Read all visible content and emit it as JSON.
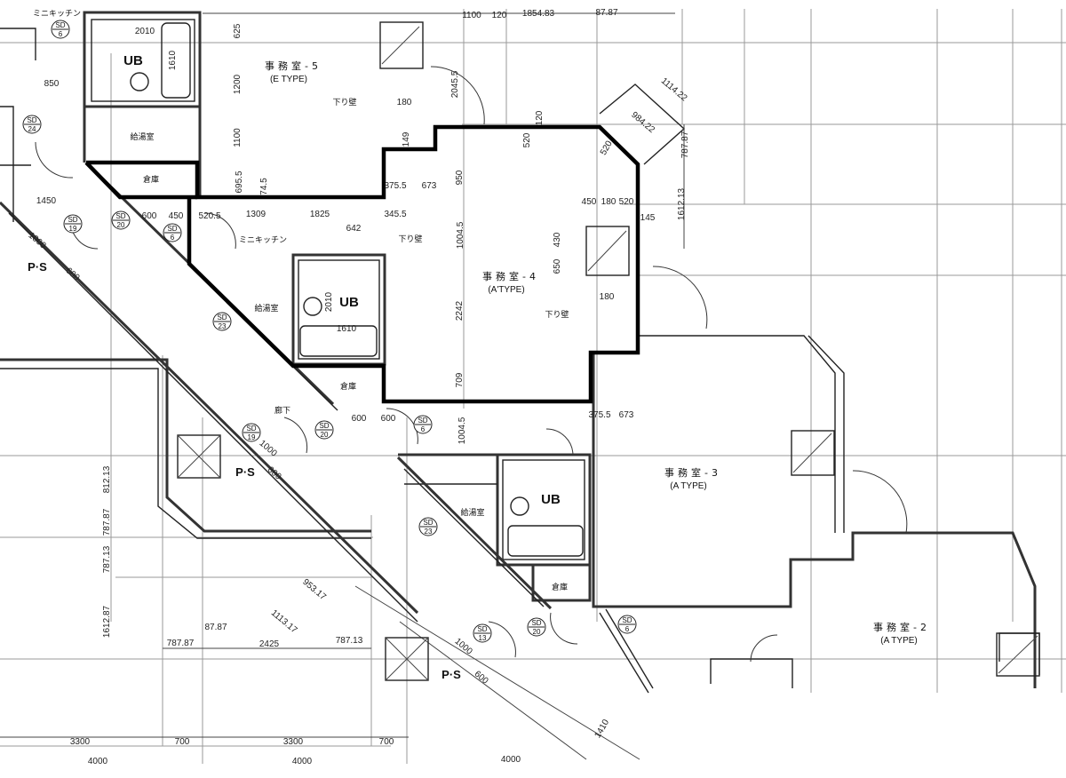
{
  "rooms": {
    "office5": {
      "name": "事務室-5",
      "type": "(E TYPE)"
    },
    "office4": {
      "name": "事務室-4",
      "type": "(A'TYPE)"
    },
    "office3": {
      "name": "事務室-3",
      "type": "(A TYPE)"
    },
    "office2": {
      "name": "事務室-2",
      "type": "(A TYPE)"
    }
  },
  "labels": {
    "ub": "UB",
    "kitchenette_room": "給湯室",
    "storage": "倉庫",
    "corridor": "廊下",
    "ps": "P·S",
    "mini_kitchen": "ミニキッチン",
    "drop_wall": "下り壁"
  },
  "sd_tags": [
    {
      "top": "SD",
      "bottom": "6"
    },
    {
      "top": "SD",
      "bottom": "24"
    },
    {
      "top": "SD",
      "bottom": "19"
    },
    {
      "top": "SD",
      "bottom": "20"
    },
    {
      "top": "SD",
      "bottom": "6"
    },
    {
      "top": "SD",
      "bottom": "23"
    },
    {
      "top": "SD",
      "bottom": "19"
    },
    {
      "top": "SD",
      "bottom": "20"
    },
    {
      "top": "SD",
      "bottom": "6"
    },
    {
      "top": "SD",
      "bottom": "23"
    },
    {
      "top": "SD",
      "bottom": "13"
    },
    {
      "top": "SD",
      "bottom": "20"
    },
    {
      "top": "SD",
      "bottom": "6"
    }
  ],
  "dimensions": [
    "2010",
    "1610",
    "625",
    "1200",
    "1100",
    "695.5",
    "850",
    "1450",
    "1000",
    "600",
    "600",
    "450",
    "520.5",
    "1309",
    "1825",
    "345.5",
    "642",
    "1100",
    "120",
    "1854.83",
    "87.87",
    "2045.5",
    "120",
    "520",
    "520",
    "1114.22",
    "984.22",
    "787.87",
    "1612.13",
    "950",
    "375.5",
    "673",
    "450",
    "180",
    "520",
    "145",
    "430",
    "650",
    "1004.5",
    "2242",
    "709",
    "180",
    "1610",
    "2010",
    "600",
    "600",
    "1004.5",
    "375.5",
    "673",
    "812.13",
    "787.87",
    "787.13",
    "1612.87",
    "787.87",
    "2425",
    "787.13",
    "87.87",
    "953.17",
    "1113.17",
    "1000",
    "600",
    "1000",
    "600",
    "1410",
    "3300",
    "700",
    "3300",
    "700",
    "4000",
    "4000",
    "4000",
    "180",
    "149",
    "74.5"
  ]
}
